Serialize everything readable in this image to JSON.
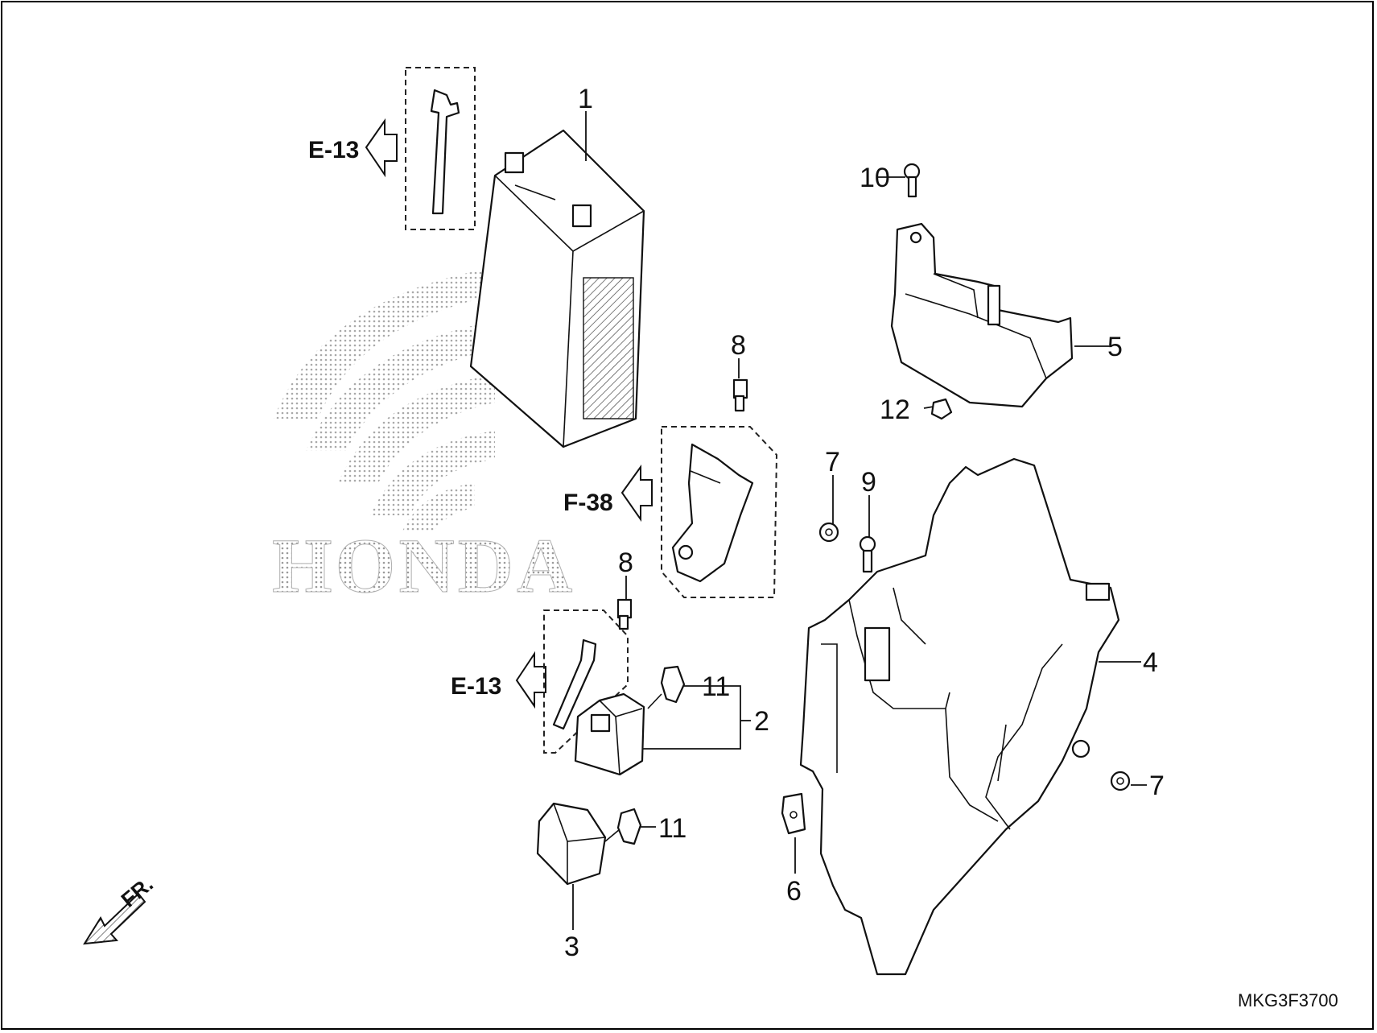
{
  "diagram": {
    "callouts": [
      {
        "id": "c1",
        "label": "1"
      },
      {
        "id": "c2",
        "label": "2"
      },
      {
        "id": "c3",
        "label": "3"
      },
      {
        "id": "c4",
        "label": "4"
      },
      {
        "id": "c5",
        "label": "5"
      },
      {
        "id": "c6",
        "label": "6"
      },
      {
        "id": "c7a",
        "label": "7"
      },
      {
        "id": "c7b",
        "label": "7"
      },
      {
        "id": "c8a",
        "label": "8"
      },
      {
        "id": "c8b",
        "label": "8"
      },
      {
        "id": "c9",
        "label": "9"
      },
      {
        "id": "c10",
        "label": "10"
      },
      {
        "id": "c11a",
        "label": "11"
      },
      {
        "id": "c11b",
        "label": "11"
      },
      {
        "id": "c12",
        "label": "12"
      }
    ],
    "section_refs": [
      {
        "id": "ref-e13-top",
        "label": "E-13"
      },
      {
        "id": "ref-f38",
        "label": "F-38"
      },
      {
        "id": "ref-e13-bottom",
        "label": "E-13"
      }
    ],
    "front_indicator": "FR.",
    "watermark_brand": "HONDA",
    "figure_code": "MKG3F3700"
  }
}
